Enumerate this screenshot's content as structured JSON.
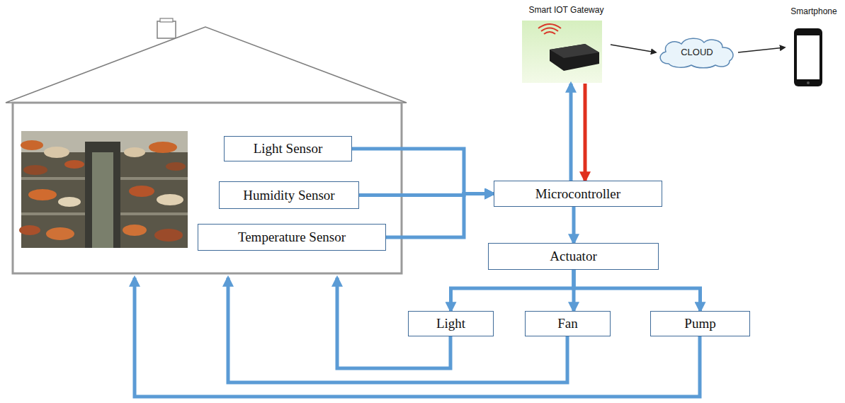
{
  "diagram": {
    "nodes": [
      {
        "text": [
          "Smart IOT Gateway"
        ]
      },
      {
        "text": [
          "CLOUD"
        ]
      },
      {
        "text": [
          "Smartphone"
        ]
      },
      {
        "text": [
          "Light Sensor"
        ]
      },
      {
        "text": [
          "Humidity Sensor"
        ]
      },
      {
        "text": [
          "Temperature Sensor"
        ]
      },
      {
        "text": [
          "Microcontroller"
        ]
      },
      {
        "text": [
          "Actuator"
        ]
      },
      {
        "text": [
          "Light"
        ]
      },
      {
        "text": [
          "Fan"
        ]
      },
      {
        "text": [
          "Pump"
        ]
      }
    ],
    "edges": [
      {
        "from": 0,
        "to": 1,
        "arrow": "to"
      },
      {
        "from": 1,
        "to": 2,
        "arrow": "to"
      },
      {
        "from": 6,
        "to": 0,
        "arrow": "to"
      },
      {
        "from": 0,
        "to": 6,
        "arrow": "to"
      },
      {
        "from": 3,
        "to": 6,
        "arrow": "to"
      },
      {
        "from": 4,
        "to": 6,
        "arrow": "to"
      },
      {
        "from": 5,
        "to": 6,
        "arrow": "to"
      },
      {
        "from": 6,
        "to": 7,
        "arrow": "to"
      },
      {
        "from": 7,
        "to": 8,
        "arrow": "to"
      },
      {
        "from": 7,
        "to": 9,
        "arrow": "to"
      },
      {
        "from": 7,
        "to": 10,
        "arrow": "to"
      }
    ]
  }
}
